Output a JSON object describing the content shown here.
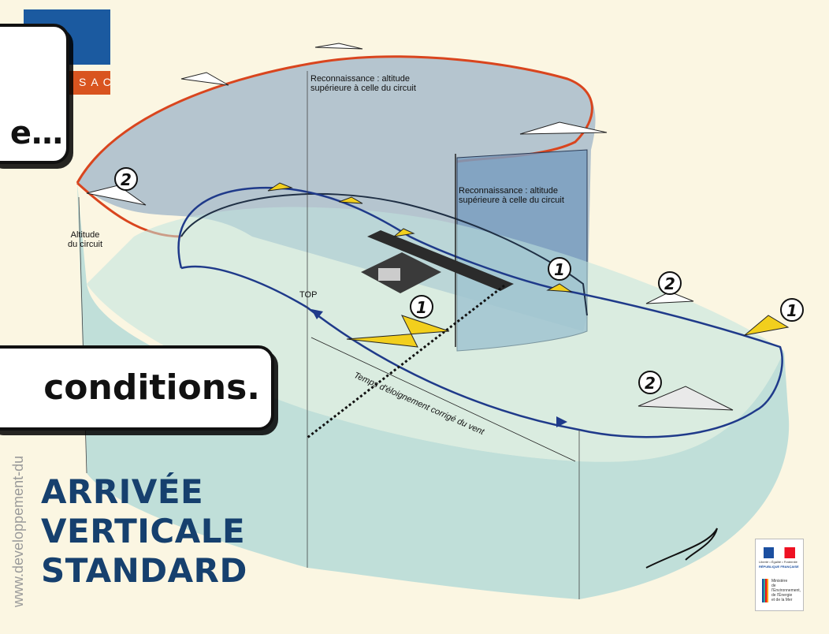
{
  "logo": {
    "text": "SAC",
    "bg_color": "#d9541f",
    "mark_color": "#1b5aa0"
  },
  "callouts": {
    "top_text": "e…",
    "mid_text": "conditions."
  },
  "labels": {
    "reco_top": [
      "Reconnaissance : altitude",
      "supérieure à celle du circuit"
    ],
    "reco_mid": [
      "Reconnaissance : altitude",
      "supérieure à celle du circuit"
    ],
    "altitude": [
      "Altitude",
      "du circuit"
    ],
    "top": "TOP",
    "timing": "Temps d'éloignement corrigé du vent"
  },
  "markers": [
    "2",
    "1",
    "1",
    "2",
    "1",
    "2"
  ],
  "title": [
    "ARRIVÉE",
    "VERTICALE",
    "STANDARD"
  ],
  "website": "www.developpement-du",
  "ministry": {
    "republic": "RÉPUBLIQUE FRANÇAISE",
    "motto": "Liberté • Égalité • Fraternité",
    "text": [
      "Ministère",
      "de l'Environnement,",
      "de l'Énergie",
      "et de la Mer"
    ]
  },
  "colors": {
    "background": "#fbf6e2",
    "upper_wall": "#9db4c8",
    "lower_wall": "#b9ddd8",
    "flight_path": "#1f3a8a",
    "upper_edge": "#d9451e",
    "title": "#16406e"
  }
}
